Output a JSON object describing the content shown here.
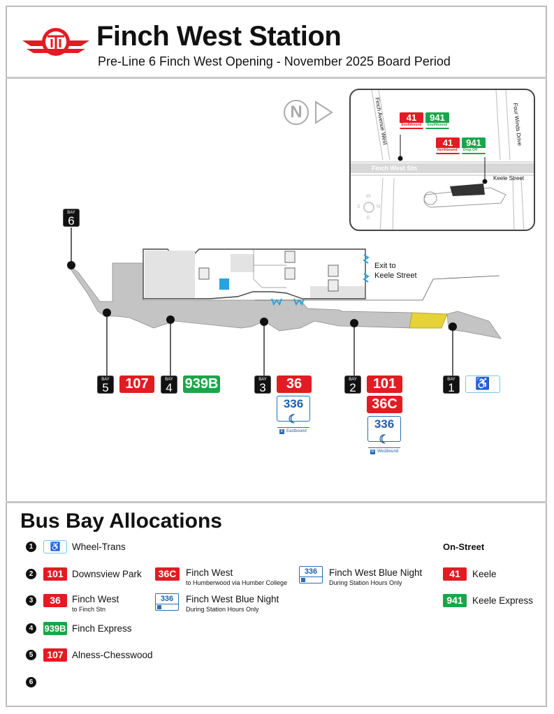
{
  "header": {
    "title": "Finch West Station",
    "subtitle": "Pre-Line 6 Finch West Opening - November 2025 Board Period",
    "logo": "TTC"
  },
  "north_label": "N",
  "inset": {
    "streets": [
      "Finch Avenue West",
      "Four Winds Drive",
      "Keele Street",
      "Finch West Stn"
    ],
    "compass": [
      "W",
      "S",
      "N",
      "E"
    ],
    "stops": [
      {
        "routes": [
          {
            "num": "41",
            "color": "#e31b23",
            "dir": "Southbound"
          },
          {
            "num": "941",
            "color": "#19a64a",
            "dir": "Southbound"
          }
        ]
      },
      {
        "routes": [
          {
            "num": "41",
            "color": "#e31b23",
            "dir": "Northbound"
          },
          {
            "num": "941",
            "color": "#19a64a",
            "dir": "Drop Off"
          }
        ]
      }
    ]
  },
  "exit_label": "Exit to\nKeele Street",
  "bay_label": "BAY",
  "bays": [
    {
      "num": "6",
      "routes": []
    },
    {
      "num": "5",
      "routes": [
        "107"
      ]
    },
    {
      "num": "4",
      "routes": [
        "939B"
      ]
    },
    {
      "num": "3",
      "routes": [
        "36"
      ],
      "night": {
        "num": "336",
        "dir": "Eastbound",
        "dir_letter": "E"
      }
    },
    {
      "num": "2",
      "routes": [
        "101",
        "36C"
      ],
      "night": {
        "num": "336",
        "dir": "Westbound",
        "dir_letter": "W"
      }
    },
    {
      "num": "1",
      "routes": [],
      "wheel_trans": true
    }
  ],
  "allocations": {
    "title": "Bus Bay Allocations",
    "rows": [
      {
        "num": "1",
        "entries": [
          {
            "badge": "wheelchair",
            "name": "Wheel-Trans"
          }
        ]
      },
      {
        "num": "2",
        "entries": [
          {
            "badge": "101",
            "name": "Downsview Park"
          },
          {
            "badge": "36C",
            "name": "Finch West",
            "sub": "to Humberwood via Humber College"
          },
          {
            "badge": "336",
            "name": "Finch West Blue Night",
            "sub": "During Station Hours Only"
          }
        ]
      },
      {
        "num": "3",
        "entries": [
          {
            "badge": "36",
            "name": "Finch West",
            "sub": "to Finch Stn"
          },
          {
            "badge": "336",
            "name": "Finch West Blue Night",
            "sub": "During Station Hours Only"
          }
        ]
      },
      {
        "num": "4",
        "entries": [
          {
            "badge": "939B",
            "name": "Finch Express"
          }
        ]
      },
      {
        "num": "5",
        "entries": [
          {
            "badge": "107",
            "name": "Alness-Chesswood"
          }
        ]
      },
      {
        "num": "6",
        "entries": []
      }
    ],
    "on_street": {
      "title": "On-Street",
      "entries": [
        {
          "badge": "41",
          "name": "Keele"
        },
        {
          "badge": "941",
          "name": "Keele Express"
        }
      ]
    }
  },
  "colors": {
    "red": "#e31b23",
    "green": "#19a64a",
    "blue": "#2a6db5",
    "platform": "#c4c4c4"
  }
}
